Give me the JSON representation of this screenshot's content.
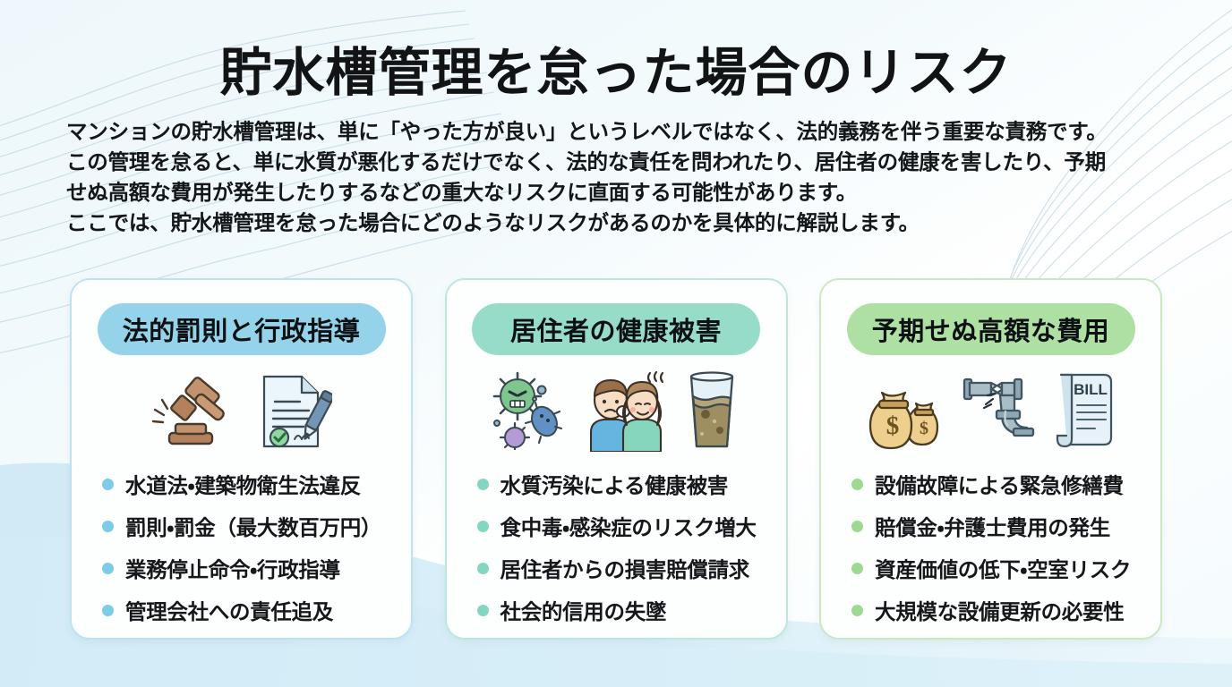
{
  "page": {
    "title": "貯水槽管理を怠った場合のリスク",
    "lead_lines": [
      "マンションの貯水槽管理は、単に「やった方が良い」というレベルではなく、法的義務を伴う重要な責務です。",
      "この管理を怠ると、単に水質が悪化するだけでなく、法的な責任を問われたり、居住者の健康を害したり、予期",
      "せぬ高額な費用が発生したりするなどの重大なリスクに直面する可能性があります。",
      "ここでは、貯水槽管理を怠った場合にどのようなリスクがあるのかを具体的に解説します。"
    ]
  },
  "colors": {
    "background": "#eef7fb",
    "wave": "#d5ecf7",
    "card1_badge": "#95d3ea",
    "card2_badge": "#97dcc8",
    "card3_badge": "#aedfa3",
    "card1_bullet": "#7ecbe8",
    "card2_bullet": "#84d6c2",
    "card3_bullet": "#9ed992",
    "card1_border": "#bfe2f1",
    "card2_border": "#bde7dd",
    "card3_border": "#cbe7c3",
    "title_text": "#111315"
  },
  "cards": [
    {
      "heading": "法的罰則と行政指導",
      "icons": [
        "gavel-icon",
        "signed-document-icon"
      ],
      "bullets": [
        "水道法・建築物衛生法違反",
        "罰則・罰金（最大数百万円）",
        "業務停止命令・行政指導",
        "管理会社への責任追及"
      ]
    },
    {
      "heading": "居住者の健康被害",
      "icons": [
        "germs-icon",
        "sick-residents-icon",
        "dirty-water-glass-icon"
      ],
      "bullets": [
        "水質汚染による健康被害",
        "食中毒・感染症のリスク増大",
        "居住者からの損害賠償請求",
        "社会的信用の失墜"
      ]
    },
    {
      "heading": "予期せぬ高額な費用",
      "icons": [
        "money-bags-icon",
        "broken-pipe-icon",
        "bill-invoice-icon"
      ],
      "bullets": [
        "設備故障による緊急修繕費",
        "賠償金・弁護士費用の発生",
        "資産価値の低下・空室リスク",
        "大規模な設備更新の必要性"
      ],
      "bill_label": "BILL"
    }
  ]
}
